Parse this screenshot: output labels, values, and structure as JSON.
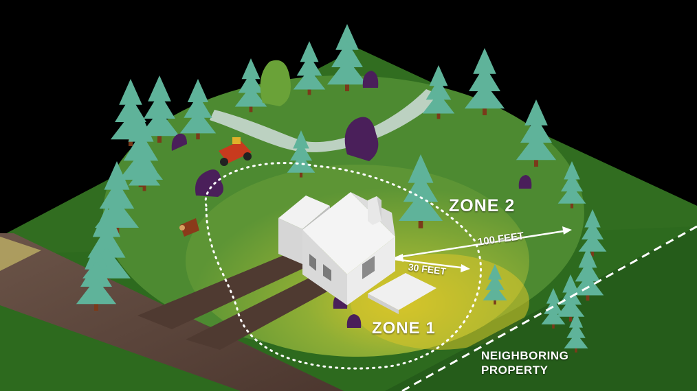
{
  "labels": {
    "zone1": "ZONE 1",
    "zone2": "ZONE 2",
    "distance_100": "100 FEET",
    "distance_30": "30 FEET",
    "neighboring_line1": "NEIGHBORING",
    "neighboring_line2": "PROPERTY"
  },
  "colors": {
    "background": "#000000",
    "grass_dark": "#2f6b1f",
    "grass_zone2": "#4f8a33",
    "grass_zone1": "#6ea23a",
    "defensible_yellow": "#c9c22a",
    "tree": "#5fb39a",
    "house": "#e6e6e6",
    "road": "#5a4338",
    "path": "#c9d8d2",
    "label": "#ffffff"
  },
  "scene": {
    "subject": "house-defensible-space-illustration",
    "icons": [
      "house-icon",
      "tree-icon",
      "shrub-icon",
      "lawn-mower-icon",
      "firewood-icon",
      "road-icon",
      "path-icon"
    ]
  }
}
